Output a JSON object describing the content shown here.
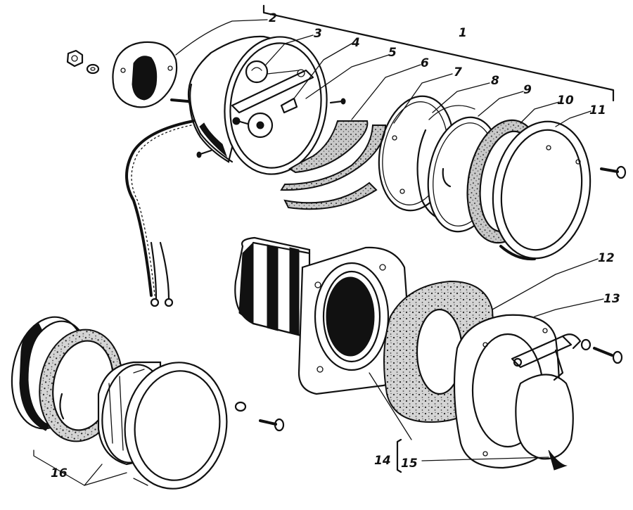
{
  "figure": {
    "callouts": {
      "c1": "1",
      "c2": "2",
      "c3": "3",
      "c4": "4",
      "c5": "5",
      "c6": "6",
      "c7": "7",
      "c8": "8",
      "c9": "9",
      "c10": "10",
      "c11": "11",
      "c12": "12",
      "c13": "13",
      "c14": "14",
      "c15": "15",
      "c16": "16"
    },
    "colors": {
      "ink": "#111111",
      "paper": "#ffffff",
      "felt": "#bdbdbd"
    }
  }
}
